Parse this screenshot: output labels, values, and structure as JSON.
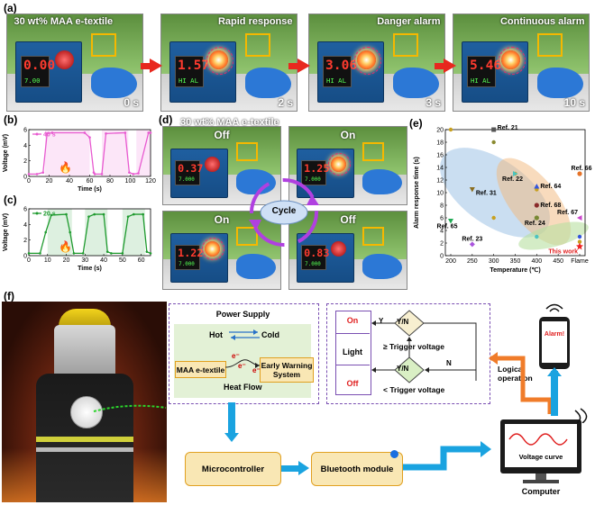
{
  "panels": {
    "a": "(a)",
    "b": "(b)",
    "c": "(c)",
    "d": "(d)",
    "e": "(e)",
    "f": "(f)"
  },
  "panel_a": {
    "frames": [
      {
        "title": "30 wt% MAA e-textile",
        "time": "0 s",
        "reading": "0.00",
        "setpoint": "7.00",
        "alarm_on": false
      },
      {
        "title": "Rapid response",
        "time": "2 s",
        "reading": "1.57",
        "setpoint": "HI AL",
        "alarm_on": true
      },
      {
        "title": "Danger alarm",
        "time": "3 s",
        "reading": "3.06",
        "setpoint": "HI AL",
        "alarm_on": true
      },
      {
        "title": "Continuous alarm",
        "time": "10 s",
        "reading": "5.46",
        "setpoint": "HI AL",
        "alarm_on": true
      }
    ]
  },
  "panel_d": {
    "title": "30 wt% MAA e-textile",
    "center": "Cycle",
    "frames": [
      {
        "state": "Off",
        "reading": "0.37",
        "setpoint": "7.000",
        "alarm_on": false
      },
      {
        "state": "On",
        "reading": "1.25",
        "setpoint": "7.000",
        "alarm_on": true
      },
      {
        "state": "On",
        "reading": "1.22",
        "setpoint": "7.000",
        "alarm_on": true
      },
      {
        "state": "Off",
        "reading": "0.83",
        "setpoint": "7.000",
        "alarm_on": false
      }
    ]
  },
  "chart_data": [
    {
      "type": "line",
      "panel": "b",
      "legend": "40 s",
      "color": "#e85ad0",
      "xlabel": "Time (s)",
      "ylabel": "Voltage (mV)",
      "xlim": [
        0,
        120
      ],
      "ylim": [
        0,
        6
      ],
      "xticks": [
        0,
        20,
        40,
        60,
        80,
        100,
        120
      ],
      "yticks": [
        0,
        2,
        4,
        6
      ],
      "x": [
        0,
        8,
        14,
        18,
        23,
        55,
        60,
        64,
        65,
        72,
        76,
        95,
        99,
        103,
        108,
        118,
        120
      ],
      "y": [
        0.3,
        0.3,
        0.5,
        5.5,
        5.6,
        5.6,
        5.0,
        0.5,
        0.3,
        0.3,
        5.5,
        5.6,
        0.5,
        0.3,
        0.4,
        5.6,
        5.6
      ]
    },
    {
      "type": "line",
      "panel": "c",
      "legend": "20 s",
      "color": "#1e9a2e",
      "xlabel": "Time (s)",
      "ylabel": "Voltage (mV)",
      "xlim": [
        0,
        65
      ],
      "ylim": [
        0,
        6
      ],
      "xticks": [
        0,
        10,
        20,
        30,
        40,
        50,
        60
      ],
      "yticks": [
        0,
        2,
        4,
        6
      ],
      "x": [
        0,
        6,
        9,
        12,
        20,
        22,
        24,
        29,
        32,
        35,
        40,
        42,
        44,
        50,
        53,
        56,
        61,
        63,
        65
      ],
      "y": [
        0.3,
        0.3,
        3,
        5.2,
        5.3,
        3,
        0.3,
        0.3,
        5,
        5.3,
        5.3,
        0.5,
        0.3,
        0.3,
        5,
        5.3,
        5.3,
        0.5,
        0.3
      ]
    },
    {
      "type": "scatter",
      "panel": "e",
      "xlabel": "Temperature (℃)",
      "ylabel": "Alarm response time (s)",
      "xcategories": [
        "200",
        "250",
        "300",
        "350",
        "400",
        "450",
        "Flame"
      ],
      "yticks": [
        0,
        2,
        4,
        6,
        8,
        10,
        12,
        14,
        16,
        18,
        20
      ],
      "ylim": [
        0,
        20
      ],
      "points": [
        {
          "label": "Ref. 21",
          "x": "300",
          "y": 20,
          "color": "#555555",
          "shape": "square"
        },
        {
          "label": "Ref. 66",
          "x": "Flame",
          "y": 13,
          "color": "#e67328",
          "shape": "circle"
        },
        {
          "label": "Ref. 31",
          "x": "250",
          "y": 10.5,
          "color": "#8a6d1e",
          "shape": "tri-down"
        },
        {
          "label": "Ref. 22",
          "x": "350",
          "y": 13,
          "color": "#4cc3c0",
          "shape": "tri-right"
        },
        {
          "label": "Ref. 64",
          "x": "400",
          "y": 11,
          "color": "#3355dd",
          "shape": "tri-up"
        },
        {
          "label": "Ref. 68",
          "x": "400",
          "y": 8,
          "color": "#8a2a2a",
          "shape": "circle"
        },
        {
          "label": "Ref. 24",
          "x": "400",
          "y": 6,
          "color": "#778833",
          "shape": "circle"
        },
        {
          "label": "Ref. 67",
          "x": "Flame",
          "y": 6,
          "color": "#cc44cc",
          "shape": "tri-left"
        },
        {
          "label": "Ref. 65",
          "x": "200",
          "y": 5.5,
          "color": "#22aa55",
          "shape": "tri-down"
        },
        {
          "label": "Ref. 23",
          "x": "250",
          "y": 1.8,
          "color": "#aa55dd",
          "shape": "diamond"
        },
        {
          "label": "This work",
          "x": "Flame",
          "y": 1.5,
          "color": "#ee2222",
          "shape": "star"
        }
      ]
    }
  ],
  "panel_e_labels": [
    "Ref. 21",
    "Ref. 66",
    "Ref. 31",
    "Ref. 22",
    "Ref. 64",
    "Ref. 68",
    "Ref. 24",
    "Ref. 67",
    "Ref. 65",
    "Ref. 23",
    "This work"
  ],
  "panel_f": {
    "power_supply": "Power Supply",
    "hot": "Hot",
    "cold": "Cold",
    "maa": "MAA e-textile",
    "ews": "Early Warning System",
    "heat_flow": "Heat Flow",
    "e_minus": "e⁻",
    "on": "On",
    "light": "Light",
    "off": "Off",
    "yn": "Y/N",
    "y": "Y",
    "n": "N",
    "ge_trigger": "≥ Trigger voltage",
    "lt_trigger": "< Trigger voltage",
    "logical": "Logical operation",
    "alarm": "Alarm!",
    "microcontroller": "Microcontroller",
    "bluetooth": "Bluetooth module",
    "voltage_curve": "Voltage curve",
    "computer": "Computer"
  }
}
